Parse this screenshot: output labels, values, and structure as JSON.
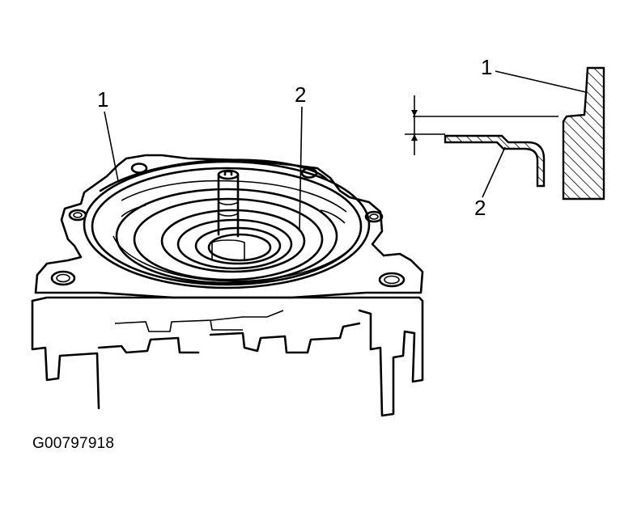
{
  "figure": {
    "id_label": "G00797918",
    "callouts": {
      "main_1": "1",
      "main_2": "2",
      "detail_1": "1",
      "detail_2": "2"
    }
  }
}
